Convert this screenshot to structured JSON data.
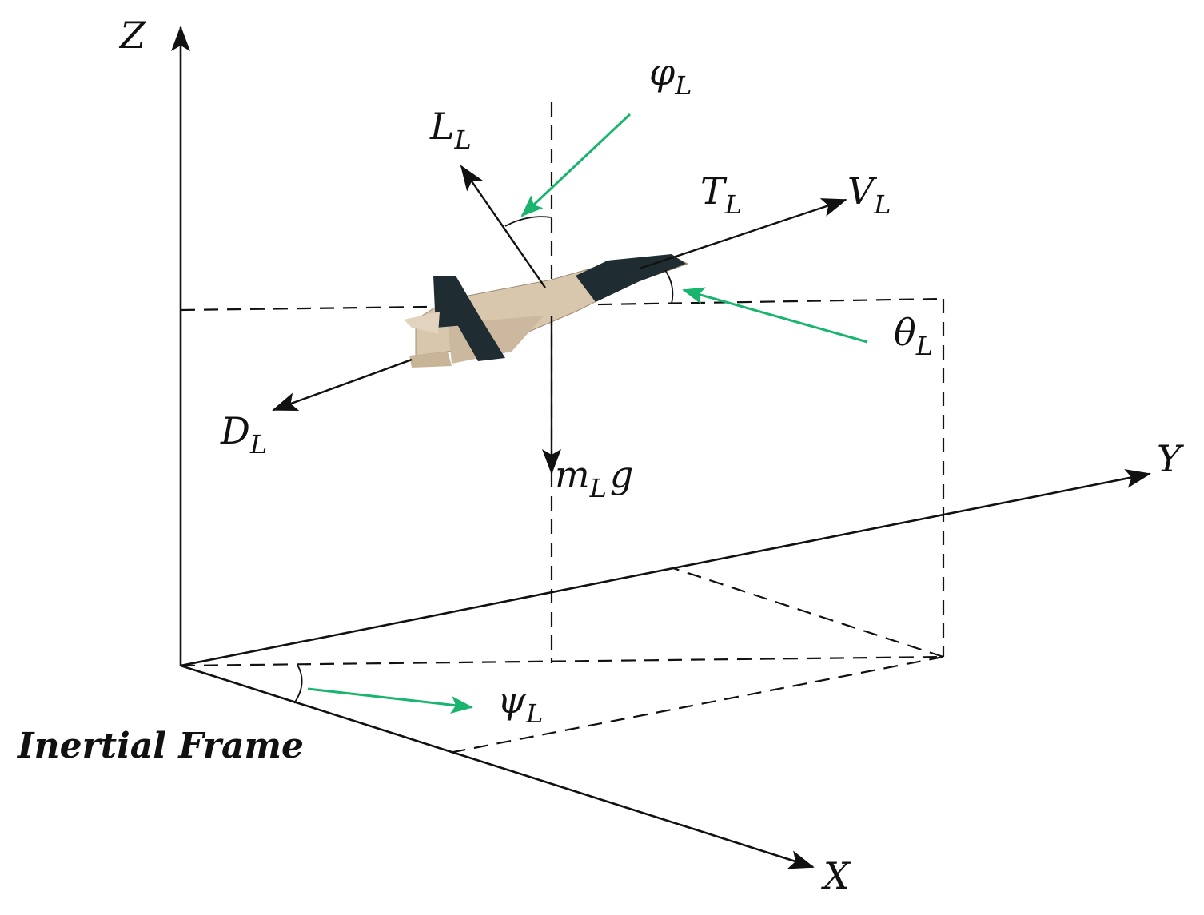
{
  "frame_title": "Inertial Frame",
  "axes": {
    "x": "X",
    "y": "Y",
    "z": "Z"
  },
  "forces": {
    "lift": {
      "symbol": "L",
      "subscript": "L"
    },
    "thrust": {
      "symbol": "T",
      "subscript": "L"
    },
    "velocity": {
      "symbol": "V",
      "subscript": "L"
    },
    "drag": {
      "symbol": "D",
      "subscript": "L"
    },
    "weight": {
      "symbol": "m",
      "subscript": "L",
      "suffix": "g"
    }
  },
  "angles": {
    "roll": {
      "symbol": "φ",
      "subscript": "L"
    },
    "pitch": {
      "symbol": "θ",
      "subscript": "L"
    },
    "yaw": {
      "symbol": "ψ",
      "subscript": "L"
    }
  },
  "colors": {
    "line": "#111111",
    "pointer": "#19b46e",
    "aircraft_dark": "#1f2d33",
    "aircraft_light": "#d8c6ad"
  }
}
